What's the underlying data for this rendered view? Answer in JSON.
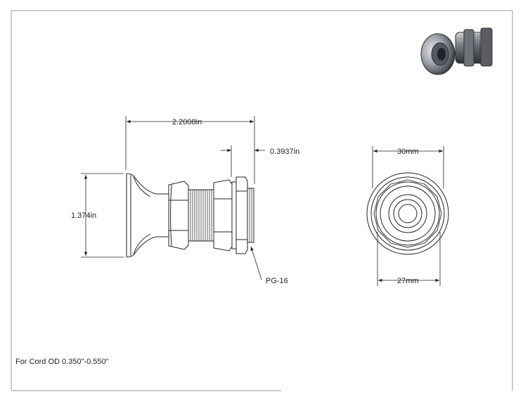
{
  "dimensions": {
    "overall_length": "2.2008in",
    "flange_thickness": "0.3937in",
    "height": "1.374in",
    "outer_diameter": "30mm",
    "thread_diameter": "27mm",
    "thread_label": "PG-16"
  },
  "note": "For Cord OD 0.350\"-0.550\"",
  "colors": {
    "line": "#222222",
    "frame": "#999999",
    "render_dark": "#3a3d42",
    "render_mid": "#8a8e94",
    "render_light": "#d6d9dd"
  },
  "icons": {
    "iso_view": "isometric-render-icon"
  }
}
